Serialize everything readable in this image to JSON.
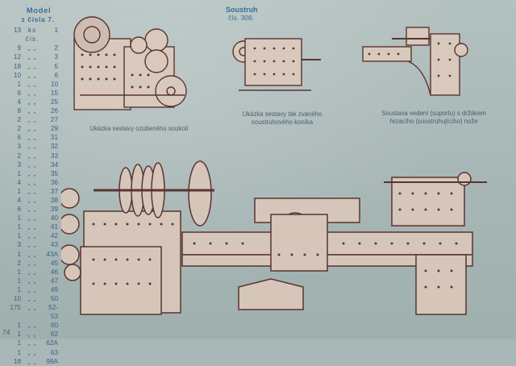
{
  "parts_list": {
    "heading_line1": "Model",
    "heading_line2": "z čísla 7.",
    "rows": [
      {
        "qty": "13",
        "mark": "ks čís.",
        "part": "1"
      },
      {
        "qty": "9",
        "mark": "„ „",
        "part": "2"
      },
      {
        "qty": "12",
        "mark": "„ „",
        "part": "3"
      },
      {
        "qty": "18",
        "mark": "„ „",
        "part": "5"
      },
      {
        "qty": "10",
        "mark": "„ „",
        "part": "6"
      },
      {
        "qty": "1",
        "mark": "„ „",
        "part": "10"
      },
      {
        "qty": "6",
        "mark": "„ „",
        "part": "15"
      },
      {
        "qty": "4",
        "mark": "„ „",
        "part": "25"
      },
      {
        "qty": "8",
        "mark": "„ „",
        "part": "26"
      },
      {
        "qty": "2",
        "mark": "„ „",
        "part": "27"
      },
      {
        "qty": "2",
        "mark": "„ „",
        "part": "29"
      },
      {
        "qty": "6",
        "mark": "„ „",
        "part": "31"
      },
      {
        "qty": "3",
        "mark": "„ „",
        "part": "32"
      },
      {
        "qty": "2",
        "mark": "„ „",
        "part": "33"
      },
      {
        "qty": "3",
        "mark": "„ „",
        "part": "34"
      },
      {
        "qty": "1",
        "mark": "„ „",
        "part": "35"
      },
      {
        "qty": "4",
        "mark": "„ „",
        "part": "36"
      },
      {
        "qty": "1",
        "mark": "„ „",
        "part": "37"
      },
      {
        "qty": "4",
        "mark": "„ „",
        "part": "38"
      },
      {
        "qty": "6",
        "mark": "„ „",
        "part": "39"
      },
      {
        "qty": "1",
        "mark": "„ „",
        "part": "40"
      },
      {
        "qty": "1",
        "mark": "„ „",
        "part": "41"
      },
      {
        "qty": "1",
        "mark": "„ „",
        "part": "42"
      },
      {
        "qty": "3",
        "mark": "„ „",
        "part": "43"
      },
      {
        "qty": "1",
        "mark": "„ „",
        "part": "43A"
      },
      {
        "qty": "2",
        "mark": "„ „",
        "part": "45"
      },
      {
        "qty": "1",
        "mark": "„ „",
        "part": "46"
      },
      {
        "qty": "1",
        "mark": "„ „",
        "part": "47"
      },
      {
        "qty": "1",
        "mark": "„ „",
        "part": "49"
      },
      {
        "qty": "10",
        "mark": "„ „",
        "part": "50"
      },
      {
        "qty": "175",
        "mark": "„ „",
        "part": "52-53"
      },
      {
        "qty": "1",
        "mark": "„ „",
        "part": "60"
      },
      {
        "qty": "1",
        "mark": "„ „",
        "part": "62"
      },
      {
        "qty": "1",
        "mark": "„ „",
        "part": "62A"
      },
      {
        "qty": "1",
        "mark": "„ „",
        "part": "63"
      },
      {
        "qty": "18",
        "mark": "„ „",
        "part": "98A"
      }
    ]
  },
  "title": "Soustruh",
  "subtitle": "čís. 308.",
  "captions": {
    "gears": "Ukázka sestavy ozubeného soukolí",
    "tailstock_line1": "Ukázka sestavy tak zvaného",
    "tailstock_line2": "soustruhového koníka",
    "support_line1": "Soustava vedení (suportu) s držákem",
    "support_line2": "řezacího (soustruhujícího) nože"
  },
  "page_number": "74",
  "colors": {
    "paper": "#a9b8b7",
    "ink_blue": "#3a6f9a",
    "ink_brown": "#6a3a36"
  }
}
